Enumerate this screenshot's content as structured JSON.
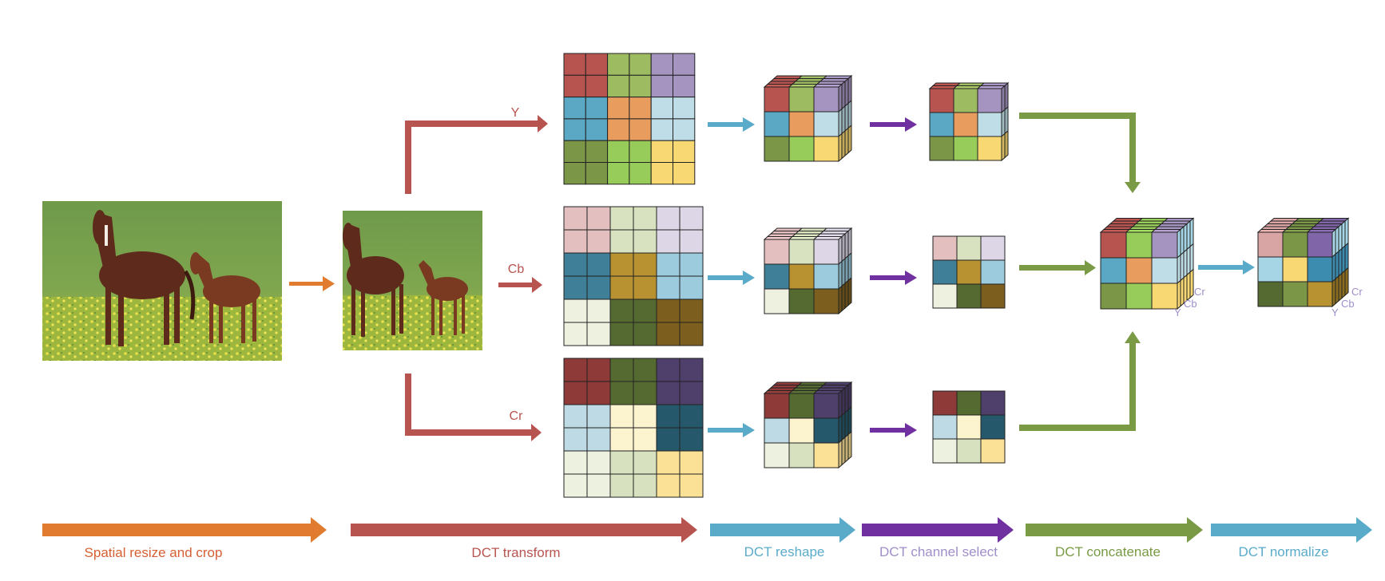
{
  "colors": {
    "resize": "#e07b30",
    "dct": "#b85450",
    "reshape": "#5aabc9",
    "select": "#7030a0",
    "concat": "#7a9a45",
    "normalize": "#5aabc9",
    "select_label": "#a08ec9"
  },
  "branches": {
    "y_label": "Y",
    "cb_label": "Cb",
    "cr_label": "Cr"
  },
  "axis_labels": {
    "y": "Y",
    "cb": "Cb",
    "cr": "Cr"
  },
  "stages": [
    {
      "label": "Spatial resize and crop",
      "color": "#e07b30"
    },
    {
      "label": "DCT transform",
      "color": "#b85450"
    },
    {
      "label": "DCT reshape",
      "color": "#5aabc9"
    },
    {
      "label": "DCT channel select",
      "color": "#a08ec9"
    },
    {
      "label": "DCT concatenate",
      "color": "#7a9a45"
    },
    {
      "label": "DCT normalize",
      "color": "#5aabc9"
    }
  ],
  "grids": {
    "y": [
      [
        "#b85450",
        "#9dbb61",
        "#a594c0"
      ],
      [
        "#5aa8c4",
        "#e89c5e",
        "#bfdde6"
      ],
      [
        "#7a9646",
        "#97cc5a",
        "#f8d872"
      ]
    ],
    "cb": [
      [
        "#e3bfc0",
        "#d9e2c0",
        "#dcd6e6"
      ],
      [
        "#3f7f97",
        "#b89130",
        "#9bcbdc"
      ],
      [
        "#eef1e0",
        "#556a30",
        "#7c5e1e"
      ]
    ],
    "cr": [
      [
        "#8e3a38",
        "#556a30",
        "#4e3f6b"
      ],
      [
        "#bedbe5",
        "#fcf4cf",
        "#25586a"
      ],
      [
        "#edf1e0",
        "#d7e1bf",
        "#fbe196"
      ]
    ]
  },
  "merged": [
    [
      "#b85450",
      "#97cc5a",
      "#a594c0"
    ],
    [
      "#5aa8c4",
      "#e89c5e",
      "#bfdde6"
    ],
    [
      "#7a9646",
      "#97cc5a",
      "#f8d872"
    ]
  ],
  "normalized": [
    [
      "#d9a4a4",
      "#7a9646",
      "#8065a8"
    ],
    [
      "#a6d6e6",
      "#f8d872",
      "#3c8cb0"
    ],
    [
      "#556a30",
      "#7a9646",
      "#b89130"
    ]
  ]
}
